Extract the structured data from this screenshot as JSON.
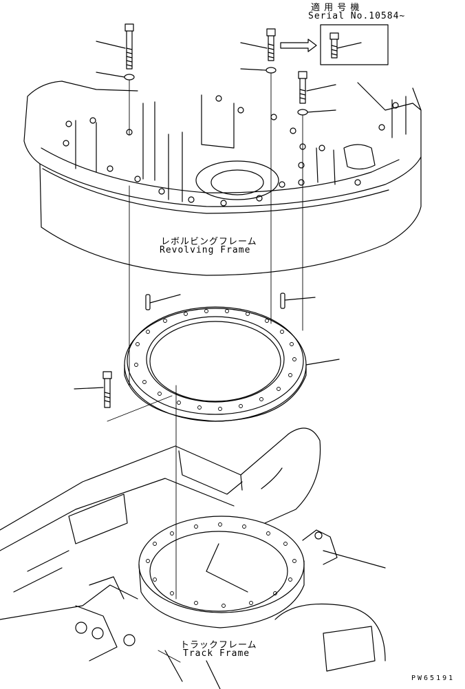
{
  "applicability": {
    "title": "適 用 号 機",
    "serial": "Serial No.10584~"
  },
  "labels": {
    "revolving_frame_jp": "レボルビングフレーム",
    "revolving_frame_en": "Revolving Frame",
    "track_frame_jp": "トラックフレーム",
    "track_frame_en": "Track Frame"
  },
  "figure_code": "PW65191"
}
